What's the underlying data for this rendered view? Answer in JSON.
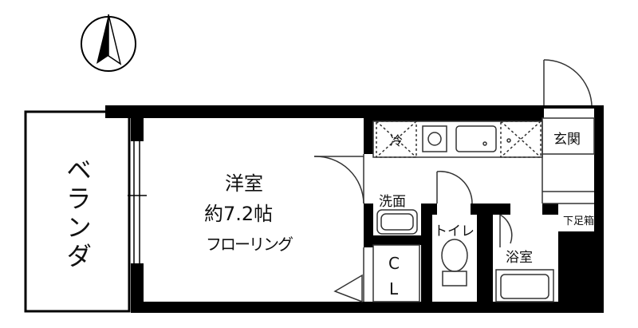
{
  "compass": {
    "icon": "north-arrow-icon"
  },
  "rooms": {
    "balcony": "ベランダ",
    "western_room": "洋室",
    "area": "約7.2帖",
    "flooring": "フローリング",
    "fridge": "冷",
    "entrance": "玄関",
    "washroom": "洗面",
    "toilet": "トイレ",
    "closet_c": "C",
    "closet_l": "L",
    "bath": "浴室",
    "shoe_box": "下足箱"
  },
  "colors": {
    "wall": "#000000",
    "line": "#333333",
    "background": "#ffffff"
  }
}
